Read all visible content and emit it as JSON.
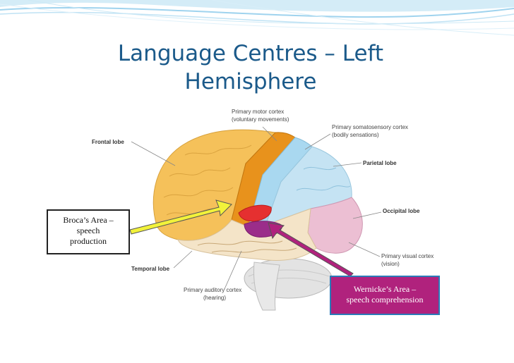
{
  "slide": {
    "title_line1": "Language Centres – Left",
    "title_line2": "Hemisphere"
  },
  "labels": {
    "primary_motor_cortex": "Primary motor cortex",
    "primary_motor_cortex_sub": "(voluntary movements)",
    "primary_somatosensory_cortex": "Primary somatosensory cortex",
    "primary_somatosensory_cortex_sub": "(bodily sensations)",
    "frontal_lobe": "Frontal lobe",
    "parietal_lobe": "Parietal lobe",
    "occipital_lobe": "Occipital lobe",
    "primary_visual_cortex": "Primary visual cortex",
    "primary_visual_cortex_sub": "(vision)",
    "temporal_lobe": "Temporal lobe",
    "primary_auditory_cortex": "Primary auditory cortex",
    "primary_auditory_cortex_sub": "(hearing)"
  },
  "callouts": {
    "broca_line1": "Broca’s Area –",
    "broca_line2": "speech",
    "broca_line3": "production",
    "wernicke_line1": "Wernicke’s Area –",
    "wernicke_line2": "speech comprehension"
  },
  "colors": {
    "title": "#1b5a8a",
    "frontal_lobe": "#f5c15a",
    "motor_cortex": "#e8921c",
    "somatosensory_cortex": "#a9d8f0",
    "parietal_lobe": "#c5e3f3",
    "occipital_lobe": "#ecbfd3",
    "temporal_lobe": "#f4e4c8",
    "broca_area": "#e53030",
    "wernicke_area": "#9b2d8a",
    "broca_arrow": "#f2f23a",
    "wernicke_arrow": "#b0227d"
  }
}
